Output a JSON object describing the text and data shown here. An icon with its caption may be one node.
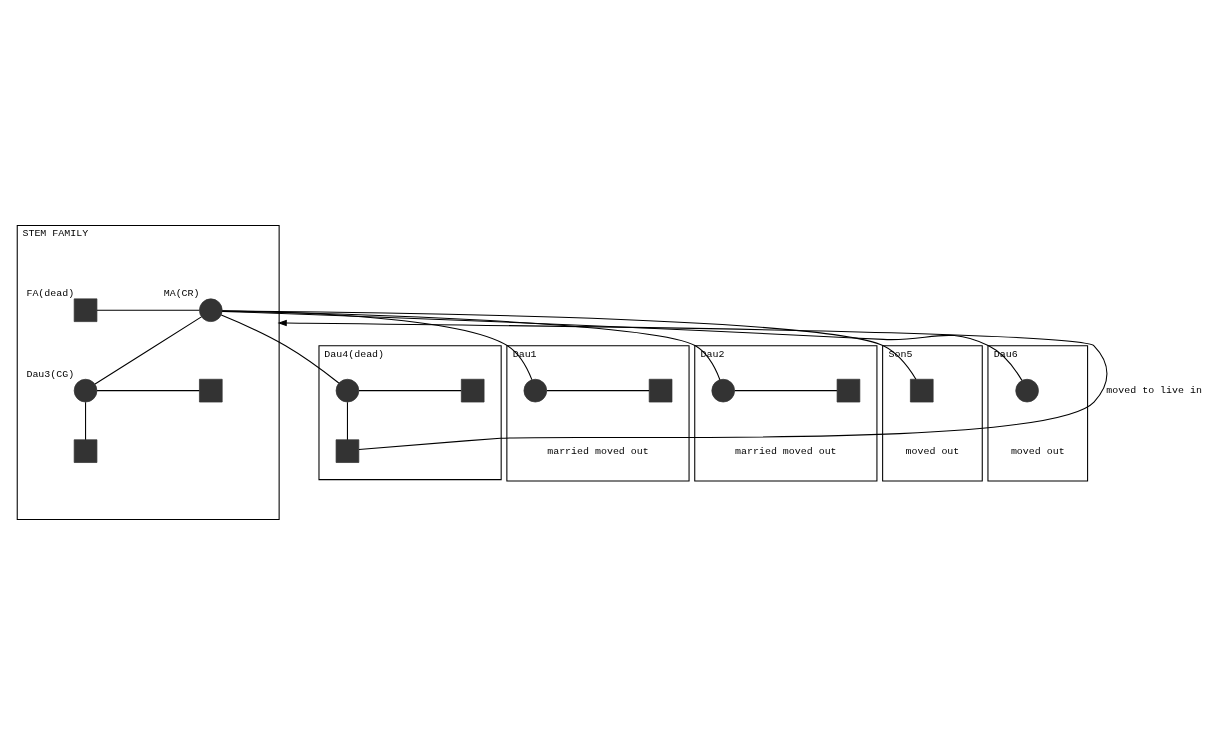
{
  "diagram": {
    "nodes": [
      {
        "text": [
          "STEM FAMILY"
        ]
      },
      {
        "text": [
          "FA(dead)"
        ],
        "in": 0
      },
      {
        "text": [
          "MA(CR)"
        ],
        "in": 0
      },
      {
        "text": [
          "Dau3(CG)"
        ],
        "in": 0
      },
      {
        "text": [],
        "shape": "box",
        "in": 0
      },
      {
        "text": [],
        "shape": "box",
        "in": 0
      },
      {
        "text": [
          "Dau4(dead)"
        ]
      },
      {
        "text": [],
        "shape": "circle",
        "in": 6
      },
      {
        "text": [],
        "shape": "box",
        "in": 6
      },
      {
        "text": [],
        "shape": "box",
        "in": 6
      },
      {
        "text": [
          "Dau1",
          "married moved out"
        ]
      },
      {
        "text": [],
        "shape": "circle",
        "in": 10
      },
      {
        "text": [],
        "shape": "box",
        "in": 10
      },
      {
        "text": [
          "Dau2",
          "married moved out"
        ]
      },
      {
        "text": [],
        "shape": "circle",
        "in": 13
      },
      {
        "text": [],
        "shape": "box",
        "in": 13
      },
      {
        "text": [
          "Son5",
          "moved out"
        ]
      },
      {
        "text": [],
        "shape": "box",
        "in": 16
      },
      {
        "text": [
          "Dau6",
          "moved out"
        ]
      },
      {
        "text": [],
        "shape": "circle",
        "in": 18
      }
    ],
    "edges": [
      {
        "from": 1,
        "to": 2,
        "arrow": "none"
      },
      {
        "from": 2,
        "to": 11,
        "arrow": "none"
      },
      {
        "from": 2,
        "to": 14,
        "arrow": "none"
      },
      {
        "from": 2,
        "to": 3,
        "arrow": "none"
      },
      {
        "from": 2,
        "to": 7,
        "arrow": "none"
      },
      {
        "from": 2,
        "to": 17,
        "arrow": "none"
      },
      {
        "from": 2,
        "to": 19,
        "arrow": "none"
      },
      {
        "from": 3,
        "to": 4,
        "arrow": "none"
      },
      {
        "from": 3,
        "to": 5,
        "arrow": "none"
      },
      {
        "from": 7,
        "to": 8,
        "arrow": "none"
      },
      {
        "from": 7,
        "to": 9,
        "arrow": "none"
      },
      {
        "from": 9,
        "to": 0,
        "arrow": "to",
        "label": "moved to live in"
      },
      {
        "from": 11,
        "to": 12,
        "arrow": "none"
      },
      {
        "from": 14,
        "to": 15,
        "arrow": "none"
      }
    ]
  }
}
